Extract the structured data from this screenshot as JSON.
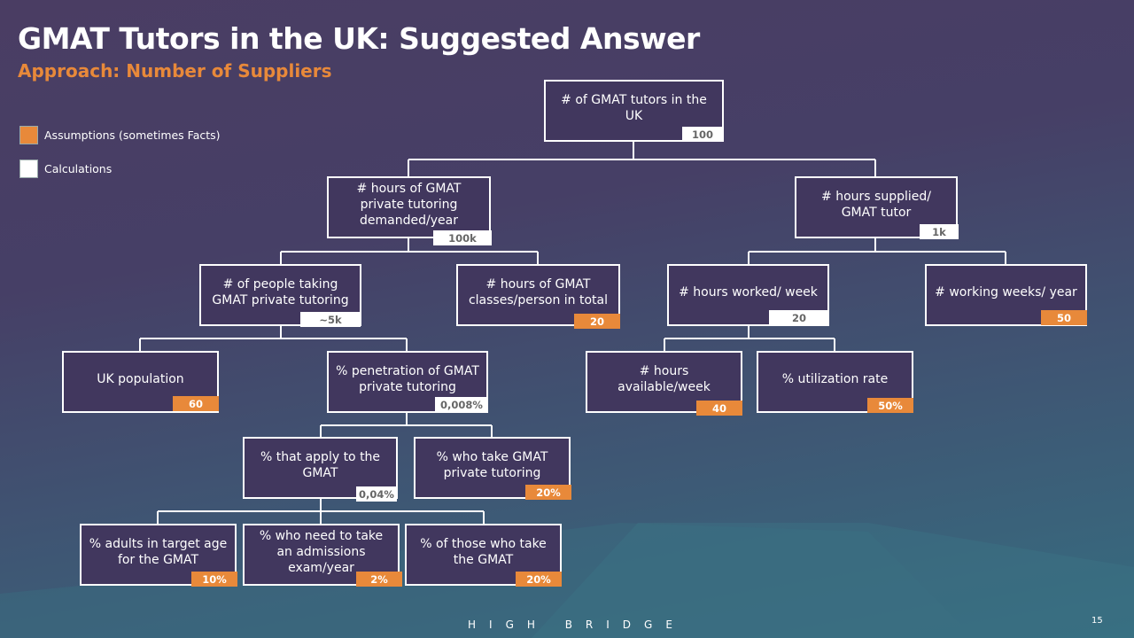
{
  "title": "GMAT Tutors in the UK: Suggested Answer",
  "subtitle": "Approach: Number of Suppliers",
  "legend": [
    {
      "label": "Assumptions (sometimes Facts)",
      "color": "#e8893a"
    },
    {
      "label": "Calculations",
      "color": "#ffffff"
    }
  ],
  "nodes": [
    {
      "label": "# of GMAT tutors in the UK",
      "value": "100",
      "type": "calculation"
    },
    {
      "label": "# hours of GMAT private tutoring demanded/year",
      "value": "100k",
      "type": "calculation"
    },
    {
      "label": "# hours supplied/ GMAT tutor",
      "value": "1k",
      "type": "calculation"
    },
    {
      "label": "# of people taking GMAT private tutoring",
      "value": "~5k",
      "type": "calculation"
    },
    {
      "label": "# hours of GMAT classes/person in total",
      "value": "20",
      "type": "assumption"
    },
    {
      "label": "# hours worked/ week",
      "value": "20",
      "type": "calculation"
    },
    {
      "label": "# working weeks/ year",
      "value": "50",
      "type": "assumption"
    },
    {
      "label": "UK population",
      "value": "60",
      "type": "assumption"
    },
    {
      "label": "% penetration of GMAT private tutoring",
      "value": "0,008%",
      "type": "calculation"
    },
    {
      "label": "# hours available/week",
      "value": "40",
      "type": "assumption"
    },
    {
      "label": "% utilization rate",
      "value": "50%",
      "type": "assumption"
    },
    {
      "label": "% that apply to the GMAT",
      "value": "0,04%",
      "type": "calculation"
    },
    {
      "label": "% who take GMAT private tutoring",
      "value": "20%",
      "type": "assumption"
    },
    {
      "label": "% adults in target age for the GMAT",
      "value": "10%",
      "type": "assumption"
    },
    {
      "label": "% who need to take an admissions exam/year",
      "value": "2%",
      "type": "assumption"
    },
    {
      "label": "% of those who take the GMAT",
      "value": "20%",
      "type": "assumption"
    }
  ],
  "footer": {
    "brand": "HIGH BRIDGE",
    "page": "15"
  },
  "colors": {
    "assumption": "#e8893a",
    "calculation": "#ffffff",
    "box": "#41375e"
  }
}
